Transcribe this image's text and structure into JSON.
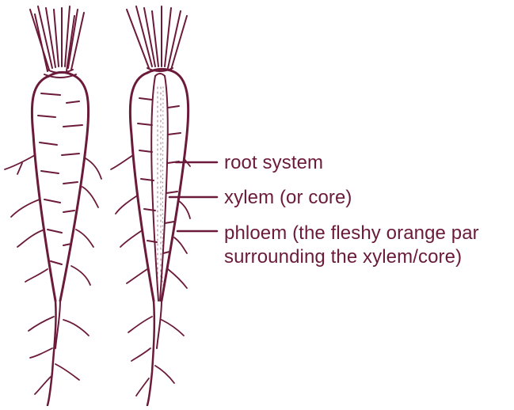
{
  "labels": {
    "root_system": "root system",
    "xylem": "xylem (or core)",
    "phloem_line1": "phloem (the fleshy orange par",
    "phloem_line2": "surrounding the xylem/core)"
  },
  "colors": {
    "ink": "#6b1a3a",
    "background": "#ffffff"
  }
}
